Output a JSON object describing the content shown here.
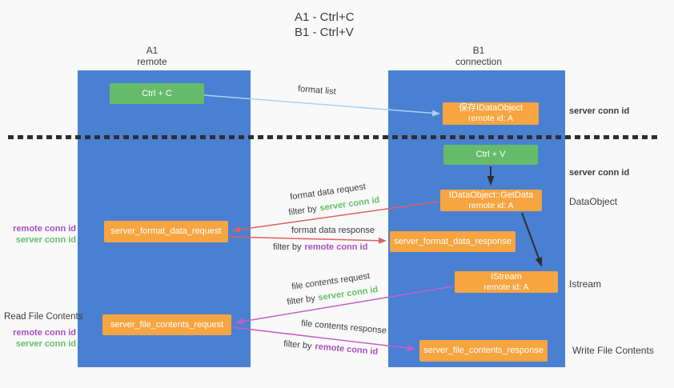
{
  "title": {
    "line1": "A1 - Ctrl+C",
    "line2": "B1 - Ctrl+V"
  },
  "columns": {
    "a1": {
      "name": "A1",
      "role": "remote"
    },
    "b1": {
      "name": "B1",
      "role": "connection"
    }
  },
  "boxes": {
    "ctrl_c": {
      "label": "Ctrl + C"
    },
    "ctrl_v": {
      "label": "Ctrl + V"
    },
    "save_dataobject": {
      "line1": "保存IDataObject",
      "line2": "remote id: A"
    },
    "getdata": {
      "line1": "IDataObject::GetData",
      "line2": "remote id: A"
    },
    "istream": {
      "line1": "IStream",
      "line2": "remote id: A"
    },
    "format_request": {
      "label": "server_format_data_request"
    },
    "format_response": {
      "label": "server_format_data_response"
    },
    "file_request": {
      "label": "server_file_contents_request"
    },
    "file_response": {
      "label": "server_file_contents_response"
    }
  },
  "flow_labels": {
    "format_list": "format list",
    "format_data_request": "format data request",
    "format_data_response": "format data response",
    "file_contents_request": "file contents request",
    "file_contents_response": "file contents response",
    "filter_by": "filter by",
    "server_conn_id": "server conn id",
    "remote_conn_id": "remote conn id"
  },
  "side_labels": {
    "dataobject": "DataObject",
    "istream": "Istream",
    "read_file_contents": "Read File Contents",
    "write_file_contents": "Write File Contents"
  },
  "colors": {
    "background": "#f9f9f9",
    "column_blue": "#4a80d2",
    "box_green": "#66bb6a",
    "box_orange": "#f7a541",
    "arrow_blue": "#a6d3f2",
    "arrow_red": "#e05f5f",
    "arrow_magenta": "#c45ec8",
    "arrow_black": "#2f2f2f",
    "text_dark": "#3c3c3c",
    "text_green": "#67bd6b",
    "text_purple": "#aa4fbf",
    "dash_color": "#2e2e2e"
  }
}
